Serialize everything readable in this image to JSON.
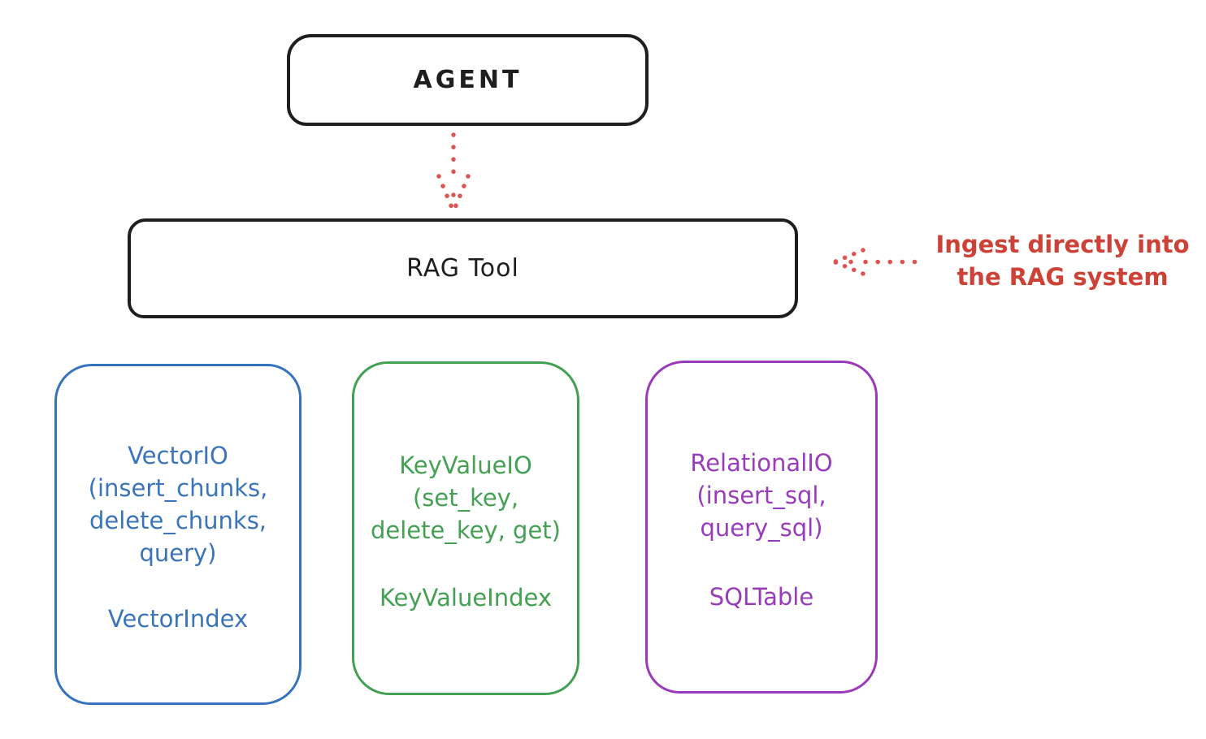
{
  "diagram": {
    "agent": {
      "label": "AGENT"
    },
    "rag_tool": {
      "label": "RAG Tool"
    },
    "annotation": {
      "line1": "Ingest directly into",
      "line2": "the RAG system"
    },
    "storage_boxes": {
      "vector": {
        "lines": [
          "VectorIO",
          "(insert_chunks,",
          "delete_chunks,",
          "query)"
        ],
        "index": "VectorIndex"
      },
      "keyvalue": {
        "lines": [
          "KeyValueIO",
          "(set_key,",
          "delete_key, get)"
        ],
        "index": "KeyValueIndex"
      },
      "relational": {
        "lines": [
          "RelationalIO",
          "(insert_sql,",
          "query_sql)"
        ],
        "index": "SQLTable"
      }
    },
    "colors": {
      "stroke_black": "#1e1e1e",
      "red": "#cd4137",
      "red_arrow": "#dd5550",
      "blue": "#3673bd",
      "green": "#42a052",
      "purple": "#9b3ab8",
      "background": "#ffffff"
    }
  }
}
